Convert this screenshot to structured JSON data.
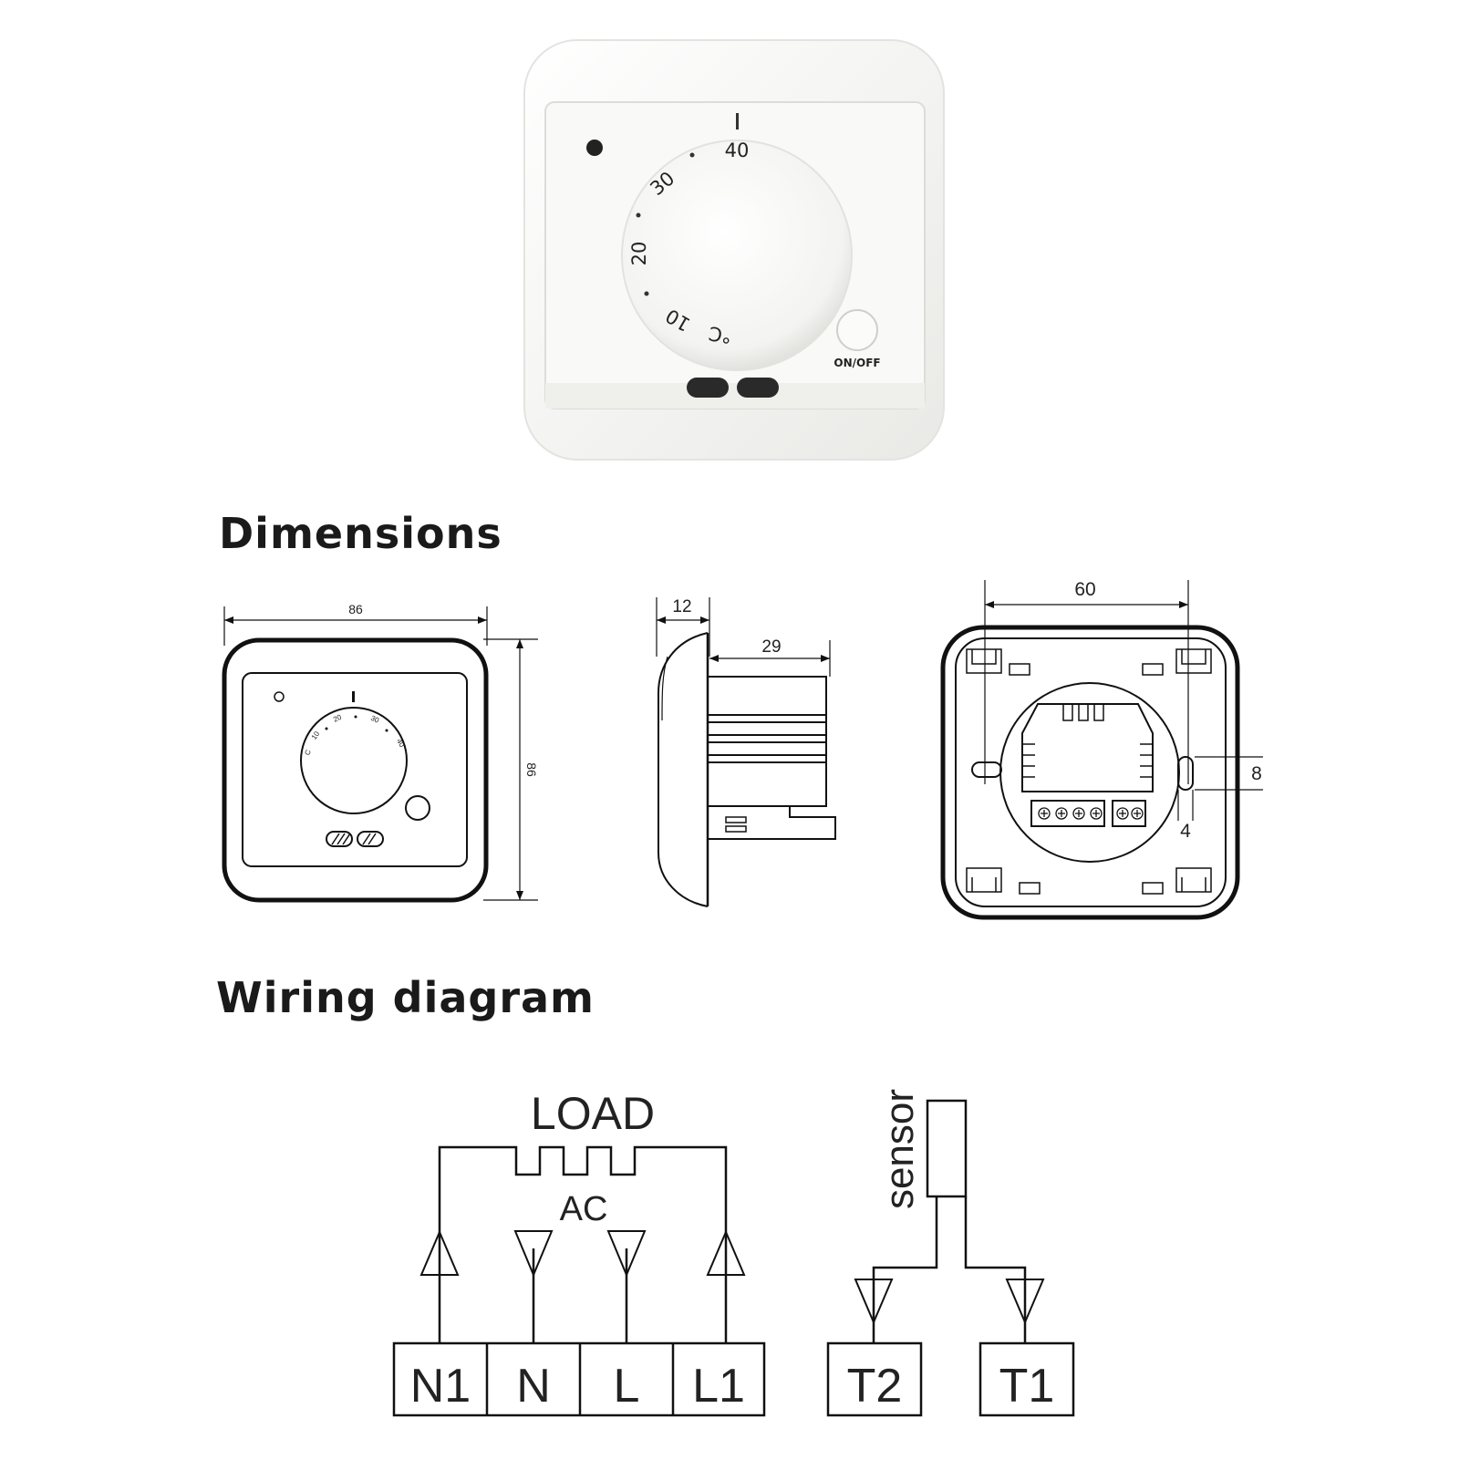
{
  "photo": {
    "dial_labels": [
      "40",
      "30",
      "20",
      "10",
      "°C"
    ],
    "onoff_label": "ON/OFF"
  },
  "dimensions": {
    "title": "Dimensions",
    "front": {
      "width": "86",
      "height": "86",
      "dial_labels": [
        "C",
        "10",
        "20",
        "30",
        "40"
      ]
    },
    "side": {
      "depth_front": "12",
      "depth_body": "29"
    },
    "back": {
      "hole_spacing": "60",
      "slot_height": "8",
      "slot_width": "4"
    }
  },
  "wiring": {
    "title": "Wiring diagram",
    "load_label": "LOAD",
    "ac_label": "AC",
    "sensor_label": "sensor",
    "terminals": [
      "N1",
      "N",
      "L",
      "L1",
      "T2",
      "T1"
    ]
  },
  "colors": {
    "line": "#111111",
    "plate": "#f4f4f2",
    "plate_edge": "#d9d9d6"
  }
}
